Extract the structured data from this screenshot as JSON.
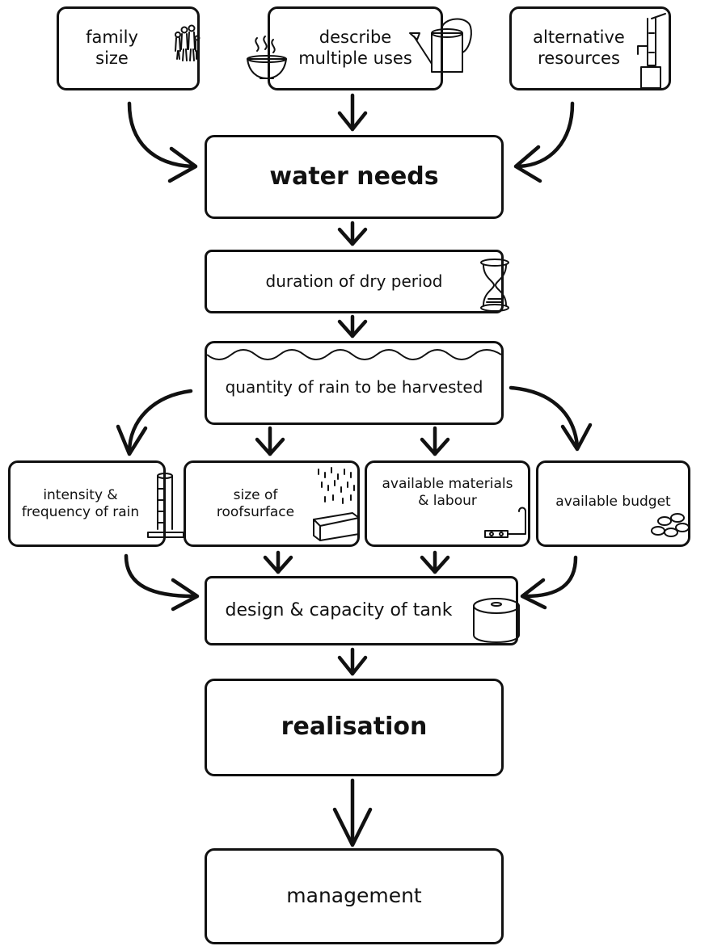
{
  "inputs": {
    "family_size": "family\nsize",
    "multiple_uses": "describe\nmultiple uses",
    "alternative_resources": "alternative\nresources"
  },
  "water_needs": "water needs",
  "dry_period": "duration of dry period",
  "rain_quantity": "quantity of rain to be harvested",
  "factors": {
    "intensity": "intensity &\nfrequency of rain",
    "roof": "size of\nroofsurface",
    "materials": "available materials\n& labour",
    "budget": "available budget"
  },
  "tank": "design  &  capacity of tank",
  "realisation": "realisation",
  "management": "management",
  "icons": [
    "people-icon",
    "bowl-icon",
    "watering-can-icon",
    "water-pump-icon",
    "hourglass-icon",
    "rain-gauge-icon",
    "roof-rain-icon",
    "bracket-icon",
    "coins-icon",
    "tank-icon"
  ]
}
